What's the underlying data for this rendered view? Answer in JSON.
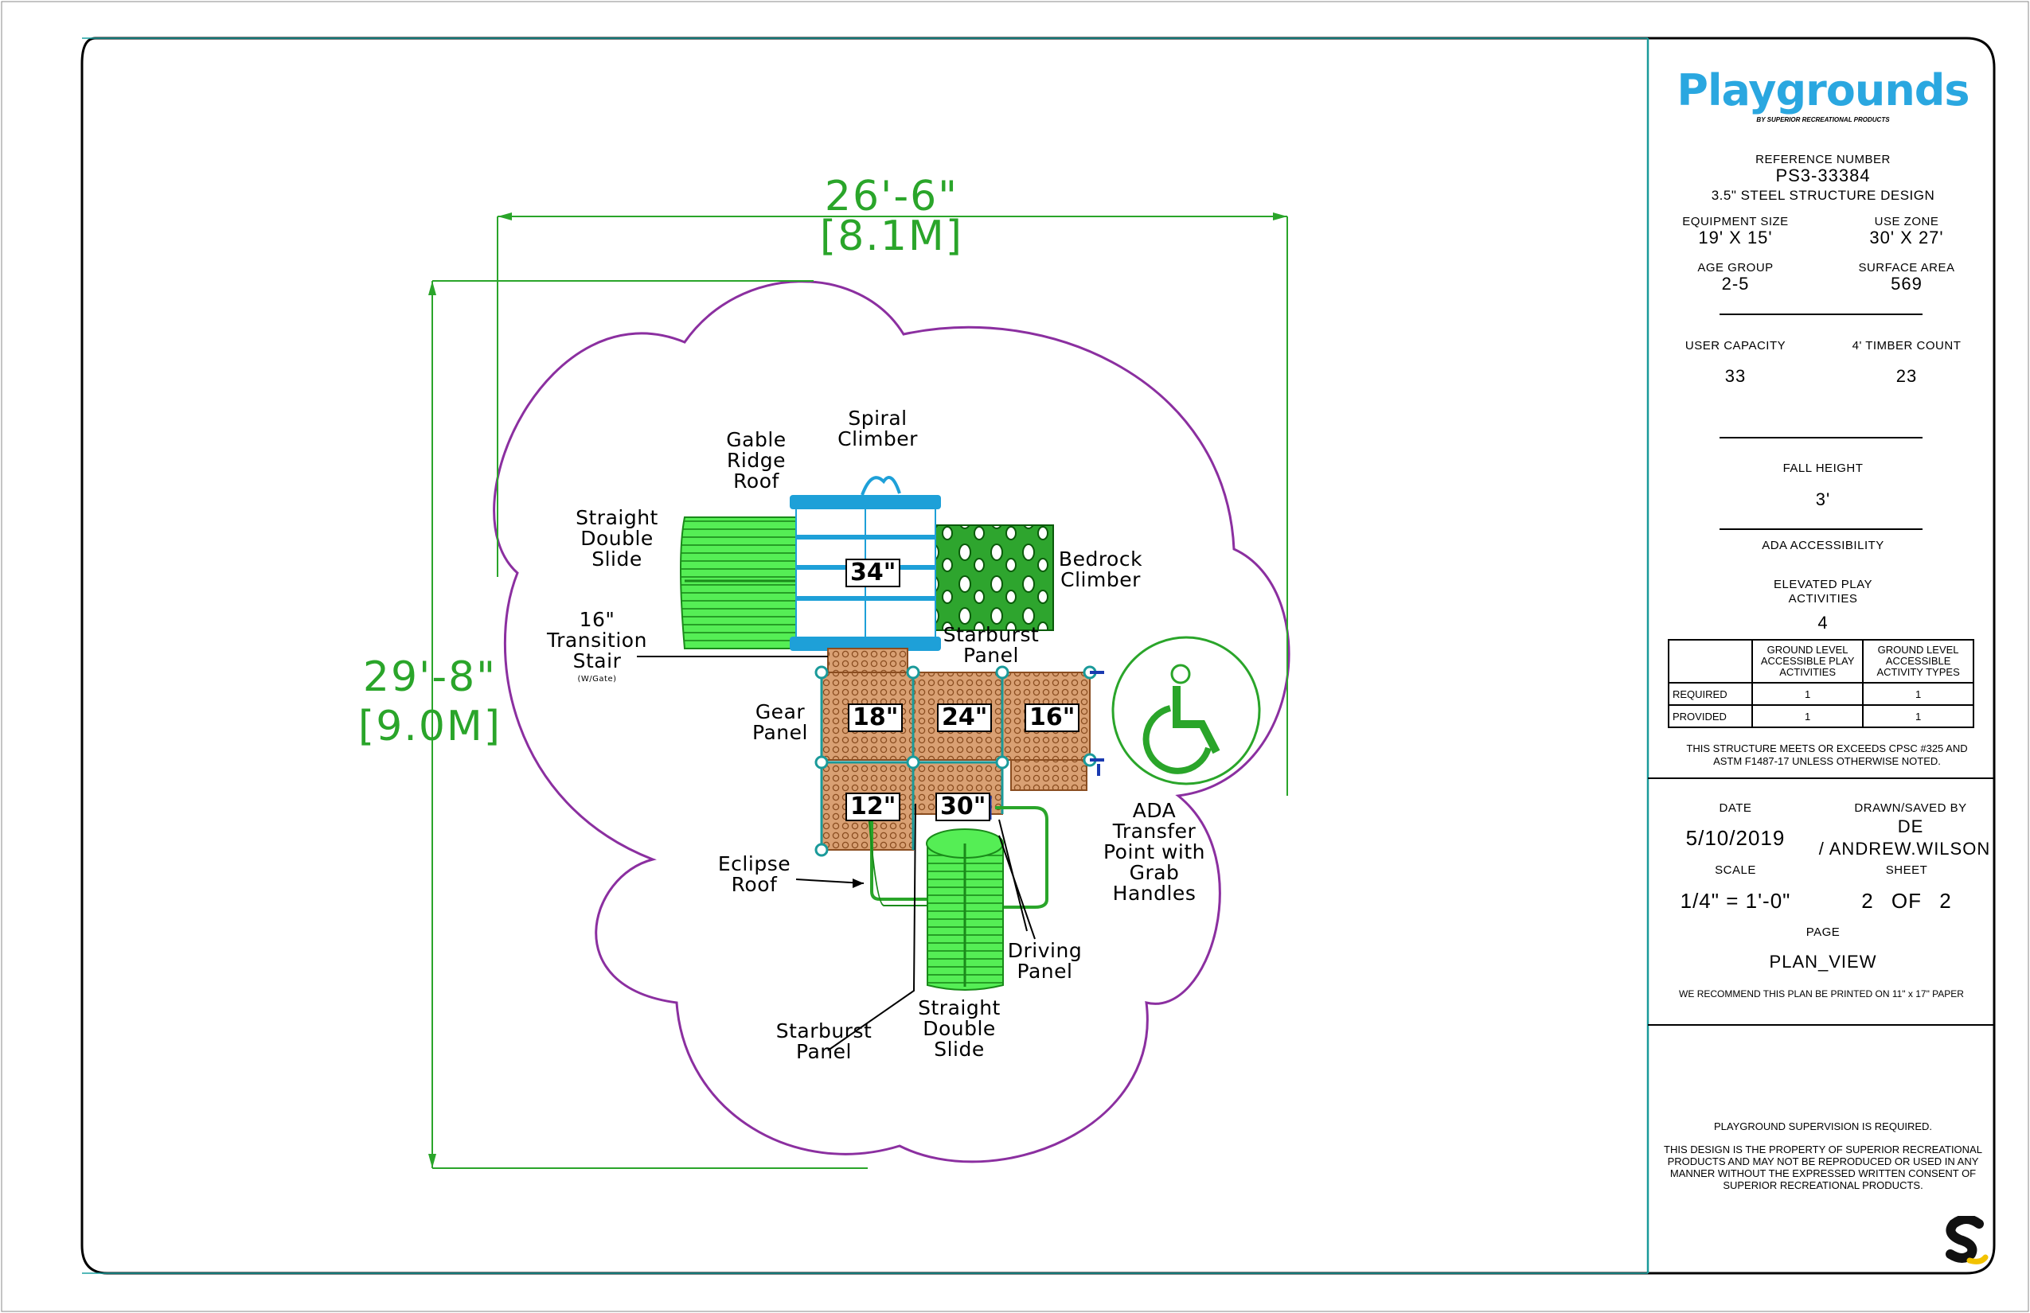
{
  "brand": {
    "logo_text": "Playgrounds",
    "logo_subtext": "BY SUPERIOR RECREATIONAL PRODUCTS",
    "logo_color": "#2aa7e0"
  },
  "title_block": {
    "reference_label": "REFERENCE NUMBER",
    "reference_number": "PS3-33384",
    "design": "3.5\" STEEL STRUCTURE DESIGN",
    "equipment_size_label": "EQUIPMENT SIZE",
    "equipment_size": "19' X 15'",
    "use_zone_label": "USE ZONE",
    "use_zone": "30' X 27'",
    "age_group_label": "AGE GROUP",
    "age_group": "2-5",
    "surface_area_label": "SURFACE AREA",
    "surface_area": "569",
    "user_capacity_label": "USER CAPACITY",
    "user_capacity": "33",
    "timber_label": "4' TIMBER COUNT",
    "timber_count": "23",
    "fall_height_label": "FALL HEIGHT",
    "fall_height": "3'",
    "ada_label": "ADA ACCESSIBILITY",
    "elevated_label": "ELEVATED PLAY ACTIVITIES",
    "elevated_value": "4",
    "ada_table": {
      "col1": "GROUND LEVEL ACCESSIBLE PLAY ACTIVITIES",
      "col2": "GROUND LEVEL ACCESSIBLE ACTIVITY TYPES",
      "rows": [
        {
          "label": "REQUIRED",
          "v1": "1",
          "v2": "1"
        },
        {
          "label": "PROVIDED",
          "v1": "1",
          "v2": "1"
        }
      ]
    },
    "compliance_note": "THIS STRUCTURE MEETS OR EXCEEDS CPSC #325 AND ASTM F1487-17 UNLESS OTHERWISE NOTED.",
    "date_label": "DATE",
    "date": "5/10/2019",
    "drawn_label": "DRAWN/SAVED BY",
    "drawn_by": "DE",
    "saved_by": "/ ANDREW.WILSON",
    "scale_label": "SCALE",
    "scale": "1/4\" = 1'-0\"",
    "sheet_label": "SHEET",
    "sheet": "2 OF 2",
    "page_label": "PAGE",
    "page": "PLAN_VIEW",
    "print_note": "WE RECOMMEND THIS PLAN BE PRINTED ON 11\" x 17\" PAPER",
    "supervision_note": "PLAYGROUND SUPERVISION IS REQUIRED.",
    "property_note": "THIS DESIGN IS THE PROPERTY OF SUPERIOR RECREATIONAL PRODUCTS AND MAY NOT BE REPRODUCED OR USED IN ANY MANNER WITHOUT THE EXPRESSED WRITTEN CONSENT OF SUPERIOR RECREATIONAL PRODUCTS."
  },
  "dimensions": {
    "width_ft": "26'-6\"",
    "width_m": "[8.1M]",
    "height_ft": "29'-8\"",
    "height_m": "[9.0M]"
  },
  "labels": {
    "spiral_climber": "Spiral Climber",
    "gable_roof": "Gable Ridge Roof",
    "straight_slide_left": "Straight Double Slide",
    "transition_stair": "16\" Transition Stair",
    "w_gate": "(W/Gate)",
    "bedrock": "Bedrock Climber",
    "starburst_top": "Starburst Panel",
    "gear": "Gear Panel",
    "ada_transfer": "ADA Transfer Point with Grab Handles",
    "eclipse_roof": "Eclipse Roof",
    "driving": "Driving Panel",
    "starburst_bottom": "Starburst Panel",
    "straight_slide_bottom": "Straight Double Slide"
  },
  "decks": [
    "34\"",
    "18\"",
    "24\"",
    "16\"",
    "12\"",
    "30\""
  ],
  "colors": {
    "dimension": "#2aa52a",
    "use_zone": "#8b2fa0",
    "deck_fill": "#d8a070",
    "slide": "#33ff33",
    "roof": "#1ea0d8",
    "frame": "#1a9a9a"
  }
}
